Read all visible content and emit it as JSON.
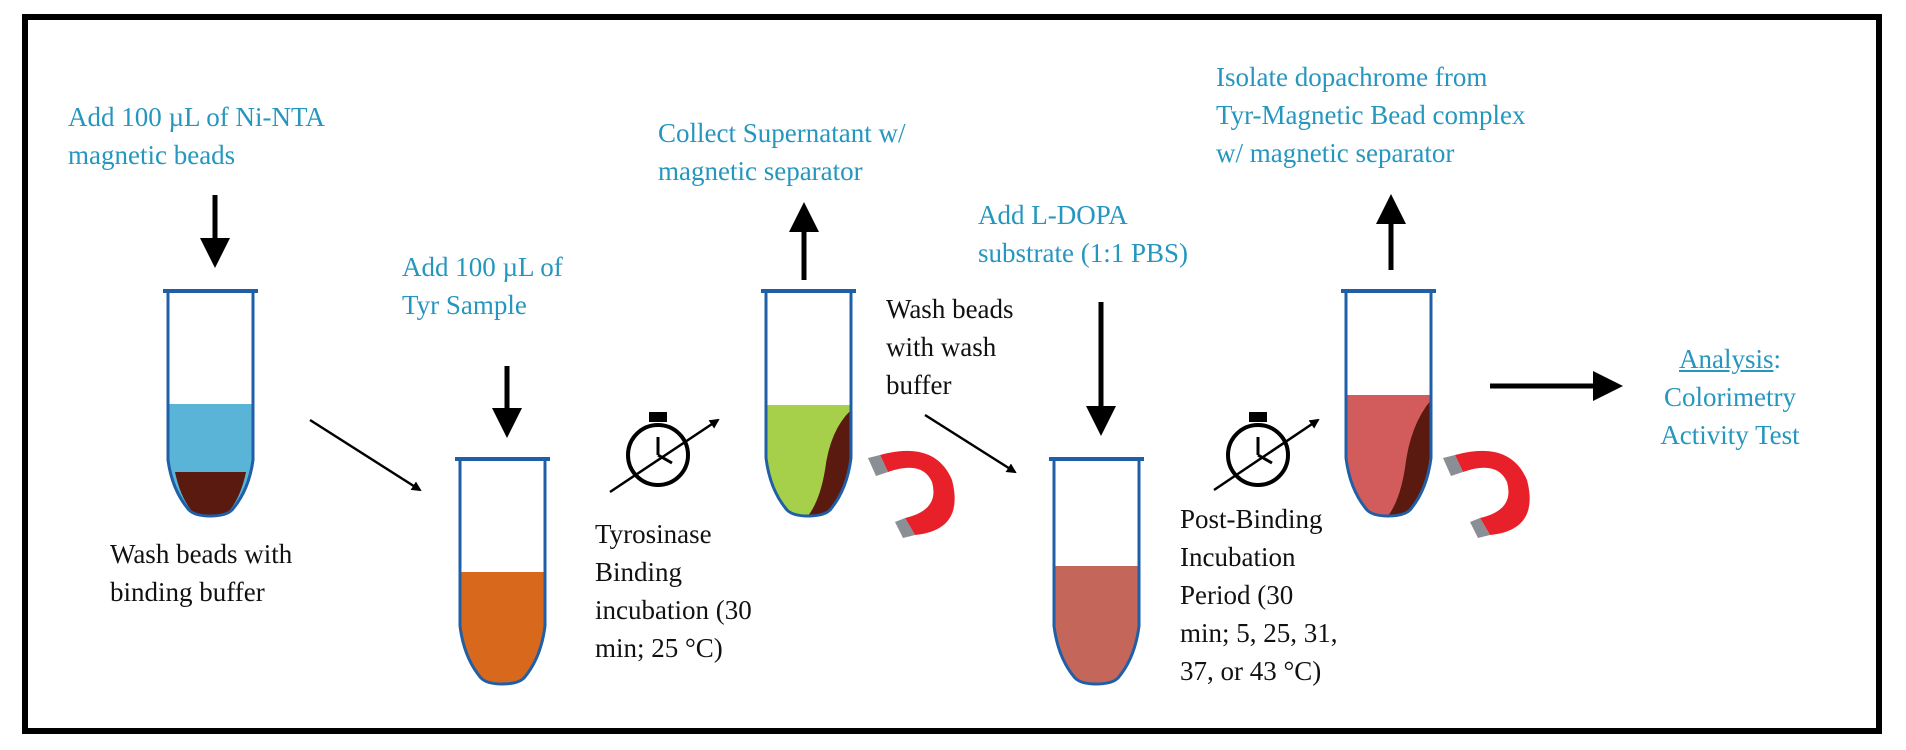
{
  "step1": {
    "instruction": "Add 100 µL of Ni-NTA\nmagnetic beads",
    "note": "Wash beads with\nbinding buffer"
  },
  "step2": {
    "instruction": "Add 100 µL of\nTyr Sample",
    "note": "Tyrosinase\nBinding\nincubation (30\nmin; 25 °C)"
  },
  "step3": {
    "instruction": "Collect Supernatant w/\nmagnetic separator",
    "note": "Wash beads\nwith wash\nbuffer"
  },
  "step4": {
    "instruction": "Add L-DOPA\nsubstrate (1:1 PBS)",
    "note": "Post-Binding\nIncubation\nPeriod (30\nmin; 5, 25, 31,\n37, or 43 °C)"
  },
  "step5": {
    "instruction": "Isolate dopachrome from\nTyr-Magnetic Bead complex\nw/ magnetic separator"
  },
  "analysis": {
    "title": "Analysis",
    "colon": ":",
    "line2": "Colorimetry",
    "line3": "Activity Test"
  },
  "colors": {
    "label_blue": "#2596be",
    "tube_outline": "#1f5fa8",
    "beads_blue": "#5ab4d8",
    "beads_brown": "#5a1a10",
    "tyr_orange": "#d8691c",
    "supernatant_green": "#a6cf4a",
    "ldopa_pink": "#c4675a",
    "dopachrome_red": "#d25c5c",
    "magnet_red": "#e8202a",
    "magnet_tip": "#8a8f96"
  },
  "icons": [
    "down-arrow-icon",
    "up-arrow-icon",
    "right-arrow-icon",
    "stopwatch-icon",
    "magnet-icon",
    "microtube-icon"
  ]
}
